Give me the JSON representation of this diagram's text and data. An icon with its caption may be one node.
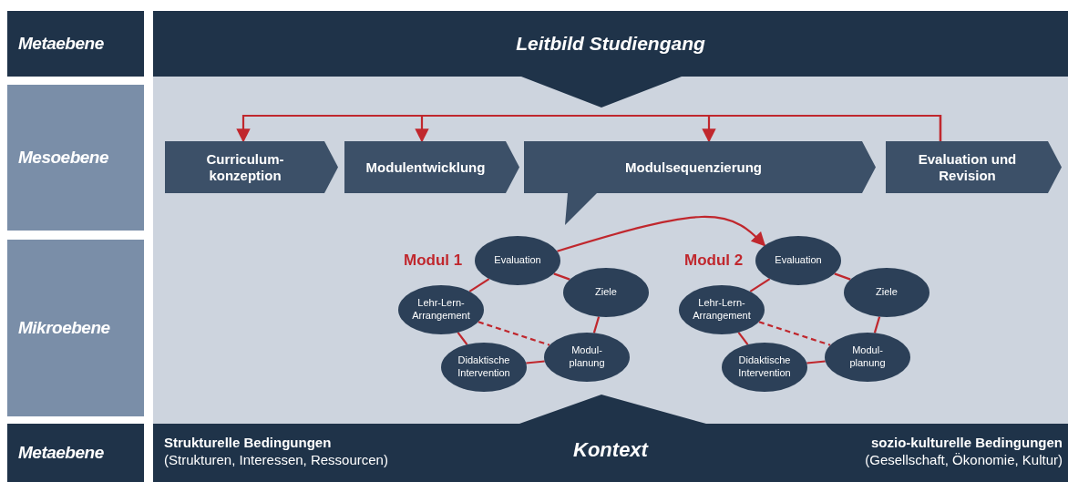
{
  "diagram": {
    "nodes": [
      {
        "text": [
          "Metaebene"
        ]
      },
      {
        "text": [
          "Mesoebene"
        ]
      },
      {
        "text": [
          "Mikroebene"
        ]
      },
      {
        "text": [
          "Metaebene"
        ]
      },
      {
        "text": [
          "Leitbild Studiengang"
        ]
      },
      {
        "text": [
          "Curriculum- konzeption"
        ]
      },
      {
        "text": [
          "Modulentwicklung"
        ]
      },
      {
        "text": [
          "Modulsequenzierung"
        ]
      },
      {
        "text": [
          "Evaluation und Revision"
        ]
      },
      {
        "text": [
          "Strukturelle Bedingungen",
          "(Strukturen, Interessen, Ressourcen)",
          "Kontext",
          "sozio-kulturelle Bedingungen",
          "(Gesellschaft, Ökonomie, Kultur)"
        ]
      },
      {
        "text": [
          "Evaluation"
        ]
      },
      {
        "text": [
          "Ziele"
        ]
      },
      {
        "text": [
          "Modul- planung"
        ]
      },
      {
        "text": [
          "Didaktische Intervention"
        ]
      },
      {
        "text": [
          "Lehr-Lern- Arrangement"
        ]
      },
      {
        "text": [
          "Evaluation"
        ]
      },
      {
        "text": [
          "Ziele"
        ]
      },
      {
        "text": [
          "Modul- planung"
        ]
      },
      {
        "text": [
          "Didaktische Intervention"
        ]
      },
      {
        "text": [
          "Lehr-Lern- Arrangement"
        ]
      }
    ],
    "edges": [
      {
        "from": 8,
        "to": 5,
        "arrow": "to"
      },
      {
        "from": 8,
        "to": 6,
        "arrow": "to"
      },
      {
        "from": 8,
        "to": 7,
        "arrow": "to"
      },
      {
        "from": 10,
        "to": 11,
        "arrow": "none"
      },
      {
        "from": 11,
        "to": 12,
        "arrow": "none"
      },
      {
        "from": 12,
        "to": 13,
        "arrow": "none"
      },
      {
        "from": 13,
        "to": 14,
        "arrow": "none"
      },
      {
        "from": 14,
        "to": 10,
        "arrow": "none"
      },
      {
        "from": 14,
        "to": 12,
        "arrow": "none",
        "style": "dashed"
      },
      {
        "from": 15,
        "to": 16,
        "arrow": "none"
      },
      {
        "from": 16,
        "to": 17,
        "arrow": "none"
      },
      {
        "from": 17,
        "to": 18,
        "arrow": "none"
      },
      {
        "from": 18,
        "to": 19,
        "arrow": "none"
      },
      {
        "from": 19,
        "to": 15,
        "arrow": "none"
      },
      {
        "from": 19,
        "to": 17,
        "arrow": "none",
        "style": "dashed"
      },
      {
        "from": 10,
        "to": 15,
        "arrow": "to"
      }
    ],
    "labels": [
      "Modul 1",
      "Modul 2"
    ]
  }
}
